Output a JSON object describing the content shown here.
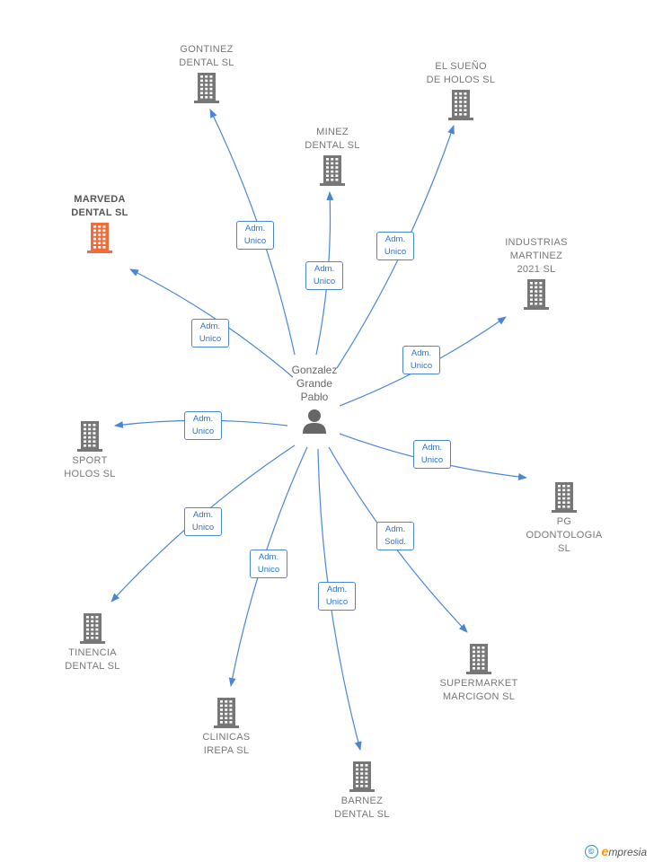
{
  "center": {
    "name": "Gonzalez\nGrande\nPablo",
    "icon": "person-icon"
  },
  "colors": {
    "edge": "#4a86d8",
    "building": "#777777",
    "highlight": "#f26b3a"
  },
  "companies": [
    {
      "id": "gontinez",
      "label": "GONTINEZ\nDENTAL  SL",
      "role": [
        "Adm.",
        "Unico"
      ],
      "highlight": false
    },
    {
      "id": "el-sueno",
      "label": "EL SUEÑO\nDE HOLOS SL",
      "role": [
        "Adm.",
        "Unico"
      ],
      "highlight": false
    },
    {
      "id": "minez",
      "label": "MINEZ\nDENTAL  SL",
      "role": [
        "Adm.",
        "Unico"
      ],
      "highlight": false
    },
    {
      "id": "marveda",
      "label": "MARVEDA\nDENTAL  SL",
      "role": [
        "Adm.",
        "Unico"
      ],
      "highlight": true
    },
    {
      "id": "industrias-martinez",
      "label": "INDUSTRIAS\nMARTINEZ\n2021  SL",
      "role": [
        "Adm.",
        "Unico"
      ],
      "highlight": false
    },
    {
      "id": "sport-holos",
      "label": "SPORT\nHOLOS  SL",
      "role": [
        "Adm.",
        "Unico"
      ],
      "highlight": false
    },
    {
      "id": "pg-odontologia",
      "label": "PG\nODONTOLOGIA\nSL",
      "role": [
        "Adm.",
        "Unico"
      ],
      "highlight": false
    },
    {
      "id": "tinencia",
      "label": "TINENCIA\nDENTAL  SL",
      "role": [
        "Adm.",
        "Unico"
      ],
      "highlight": false
    },
    {
      "id": "clinicas-irepa",
      "label": "CLINICAS\nIREPA  SL",
      "role": [
        "Adm.",
        "Unico"
      ],
      "highlight": false
    },
    {
      "id": "barnez",
      "label": "BARNEZ\nDENTAL  SL",
      "role": [
        "Adm.",
        "Unico"
      ],
      "highlight": false
    },
    {
      "id": "supermarket",
      "label": "SUPERMARKET\nMARCIGON  SL",
      "role": [
        "Adm.",
        "Solid."
      ],
      "highlight": false
    }
  ],
  "footer": {
    "copyright_symbol": "©",
    "brand_first": "e",
    "brand_rest": "mpresia"
  }
}
